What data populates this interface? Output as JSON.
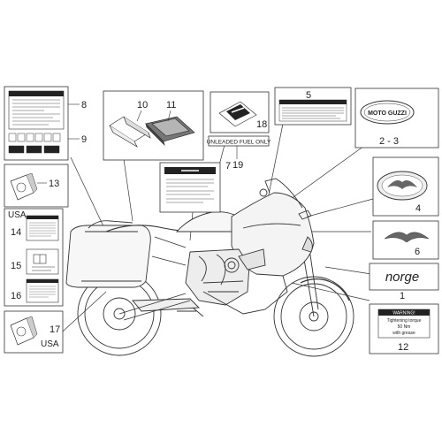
{
  "callouts": {
    "c1": "1",
    "c2_3": "2 - 3",
    "c4": "4",
    "c5": "5",
    "c6": "6",
    "c7": "7",
    "c8": "8",
    "c9": "9",
    "c10": "10",
    "c11": "11",
    "c12": "12",
    "c13": "13",
    "c14": "14",
    "c15": "15",
    "c16": "16",
    "c17": "17",
    "c18": "18",
    "c19": "19"
  },
  "regions": {
    "usa_top": "USA",
    "usa_bottom": "USA"
  },
  "decals": {
    "unleaded": "UNLEADED FUEL ONLY",
    "norge": "norge",
    "moto_guzzi": "MOTO GUZZI",
    "warning_header": "WARNING!",
    "warning_text_1": "Tightening torque",
    "warning_text_2": "50 Nm",
    "warning_text_3": "with grease"
  },
  "colors": {
    "line": "#333333",
    "fill_label": "#e6e6e6",
    "dark": "#1a1a1a"
  }
}
